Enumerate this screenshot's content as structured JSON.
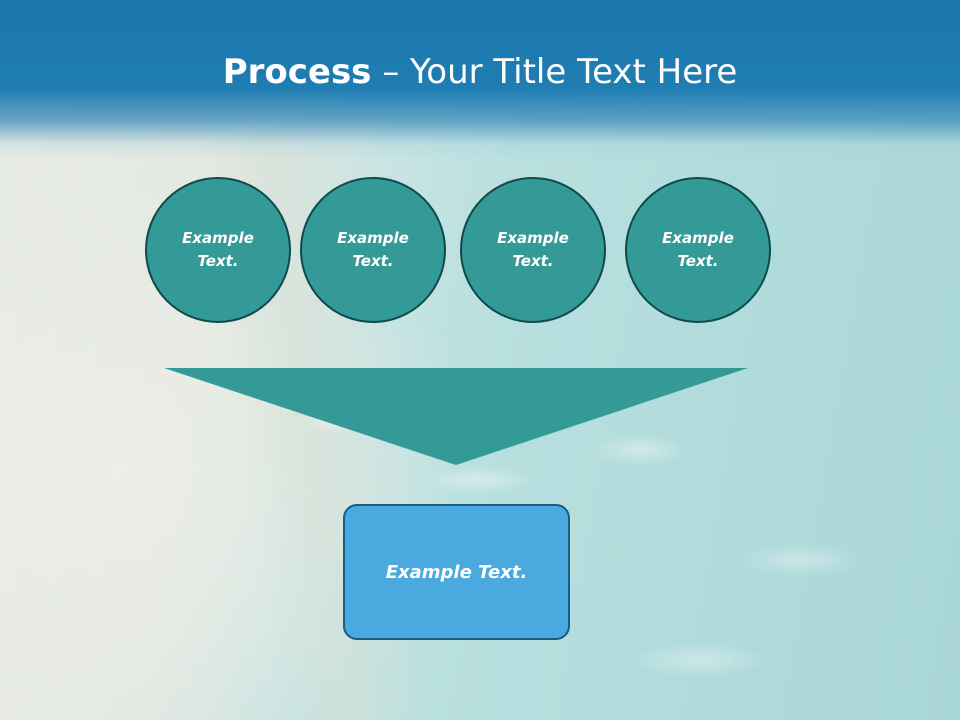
{
  "title": {
    "bold": "Process",
    "rest": " – Your Title Text Here"
  },
  "circles": [
    {
      "line1": "Example",
      "line2": "Text."
    },
    {
      "line1": "Example",
      "line2": "Text."
    },
    {
      "line1": "Example",
      "line2": "Text."
    },
    {
      "line1": "Example",
      "line2": "Text."
    }
  ],
  "result": {
    "label": "Example Text."
  },
  "colors": {
    "title_band": "#1b77ad",
    "circle_fill": "#339a97",
    "circle_border": "#0f4a4c",
    "funnel_fill": "#339a97",
    "result_fill": "#4aa9de",
    "result_border": "#1b5c82"
  }
}
